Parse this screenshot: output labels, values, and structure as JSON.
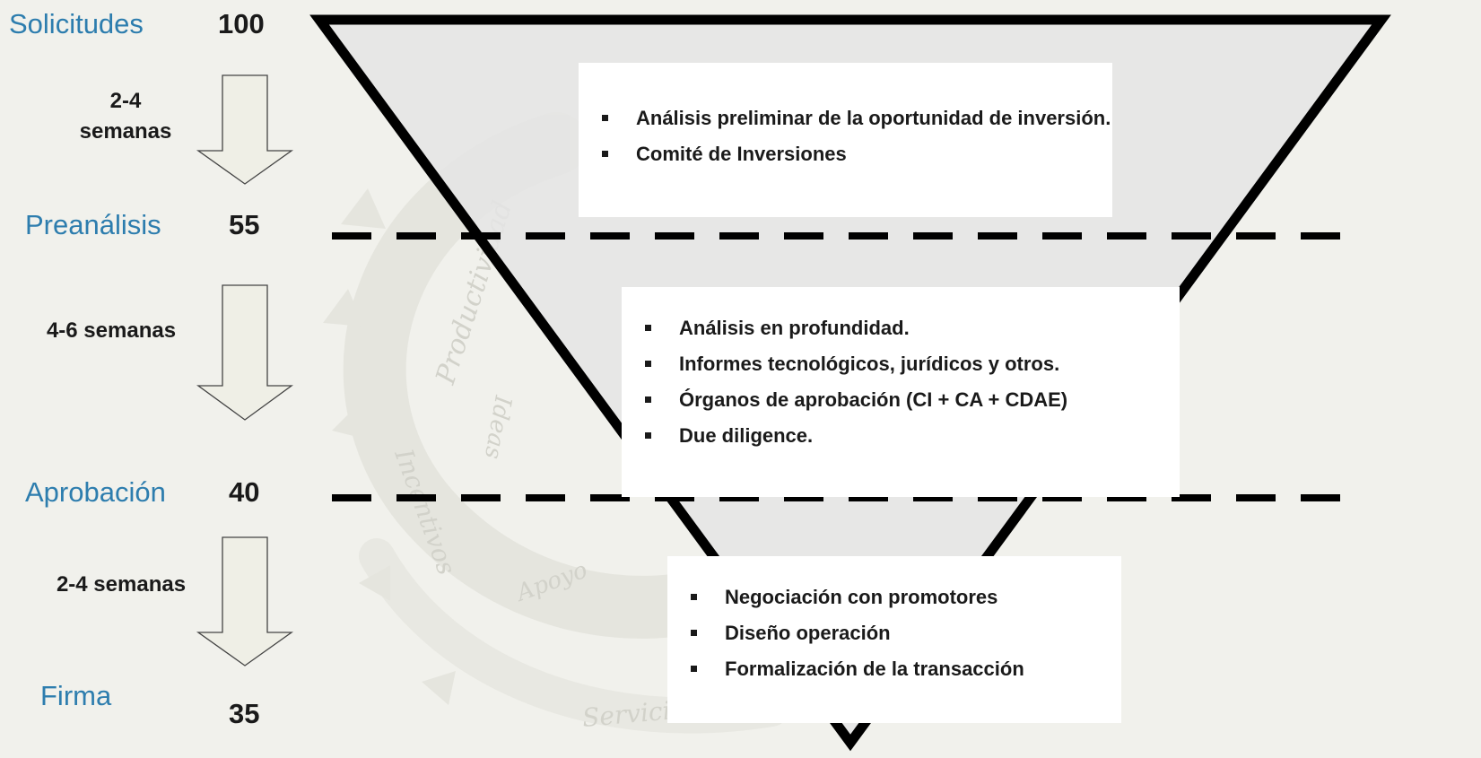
{
  "stages": [
    {
      "label": "Solicitudes",
      "count": "100"
    },
    {
      "label": "Preanálisis",
      "count": "55"
    },
    {
      "label": "Aprobación",
      "count": "40"
    },
    {
      "label": "Firma",
      "count": "35"
    }
  ],
  "durations": [
    {
      "line1": "2-4",
      "line2": "semanas"
    },
    {
      "text": "4-6 semanas"
    },
    {
      "text": "2-4 semanas"
    }
  ],
  "boxes": [
    {
      "items": [
        "Análisis preliminar de la oportunidad de inversión.",
        "Comité de Inversiones"
      ]
    },
    {
      "items": [
        "Análisis en profundidad.",
        "Informes tecnológicos, jurídicos y otros.",
        "Órganos de aprobación (CI + CA + CDAE)",
        "Due diligence."
      ]
    },
    {
      "items": [
        "Negociación con promotores",
        "Diseño operación",
        "Formalización de la transacción"
      ]
    }
  ],
  "watermark": {
    "words": [
      "Productividad",
      "Ideas",
      "Incentivos",
      "Apoyo",
      "Servicios TIC"
    ]
  },
  "colors": {
    "stage_label": "#2d7dae",
    "funnel_fill": "#e5e5e5",
    "arrow_fill": "#efefe6",
    "background": "#f1f1ec"
  }
}
